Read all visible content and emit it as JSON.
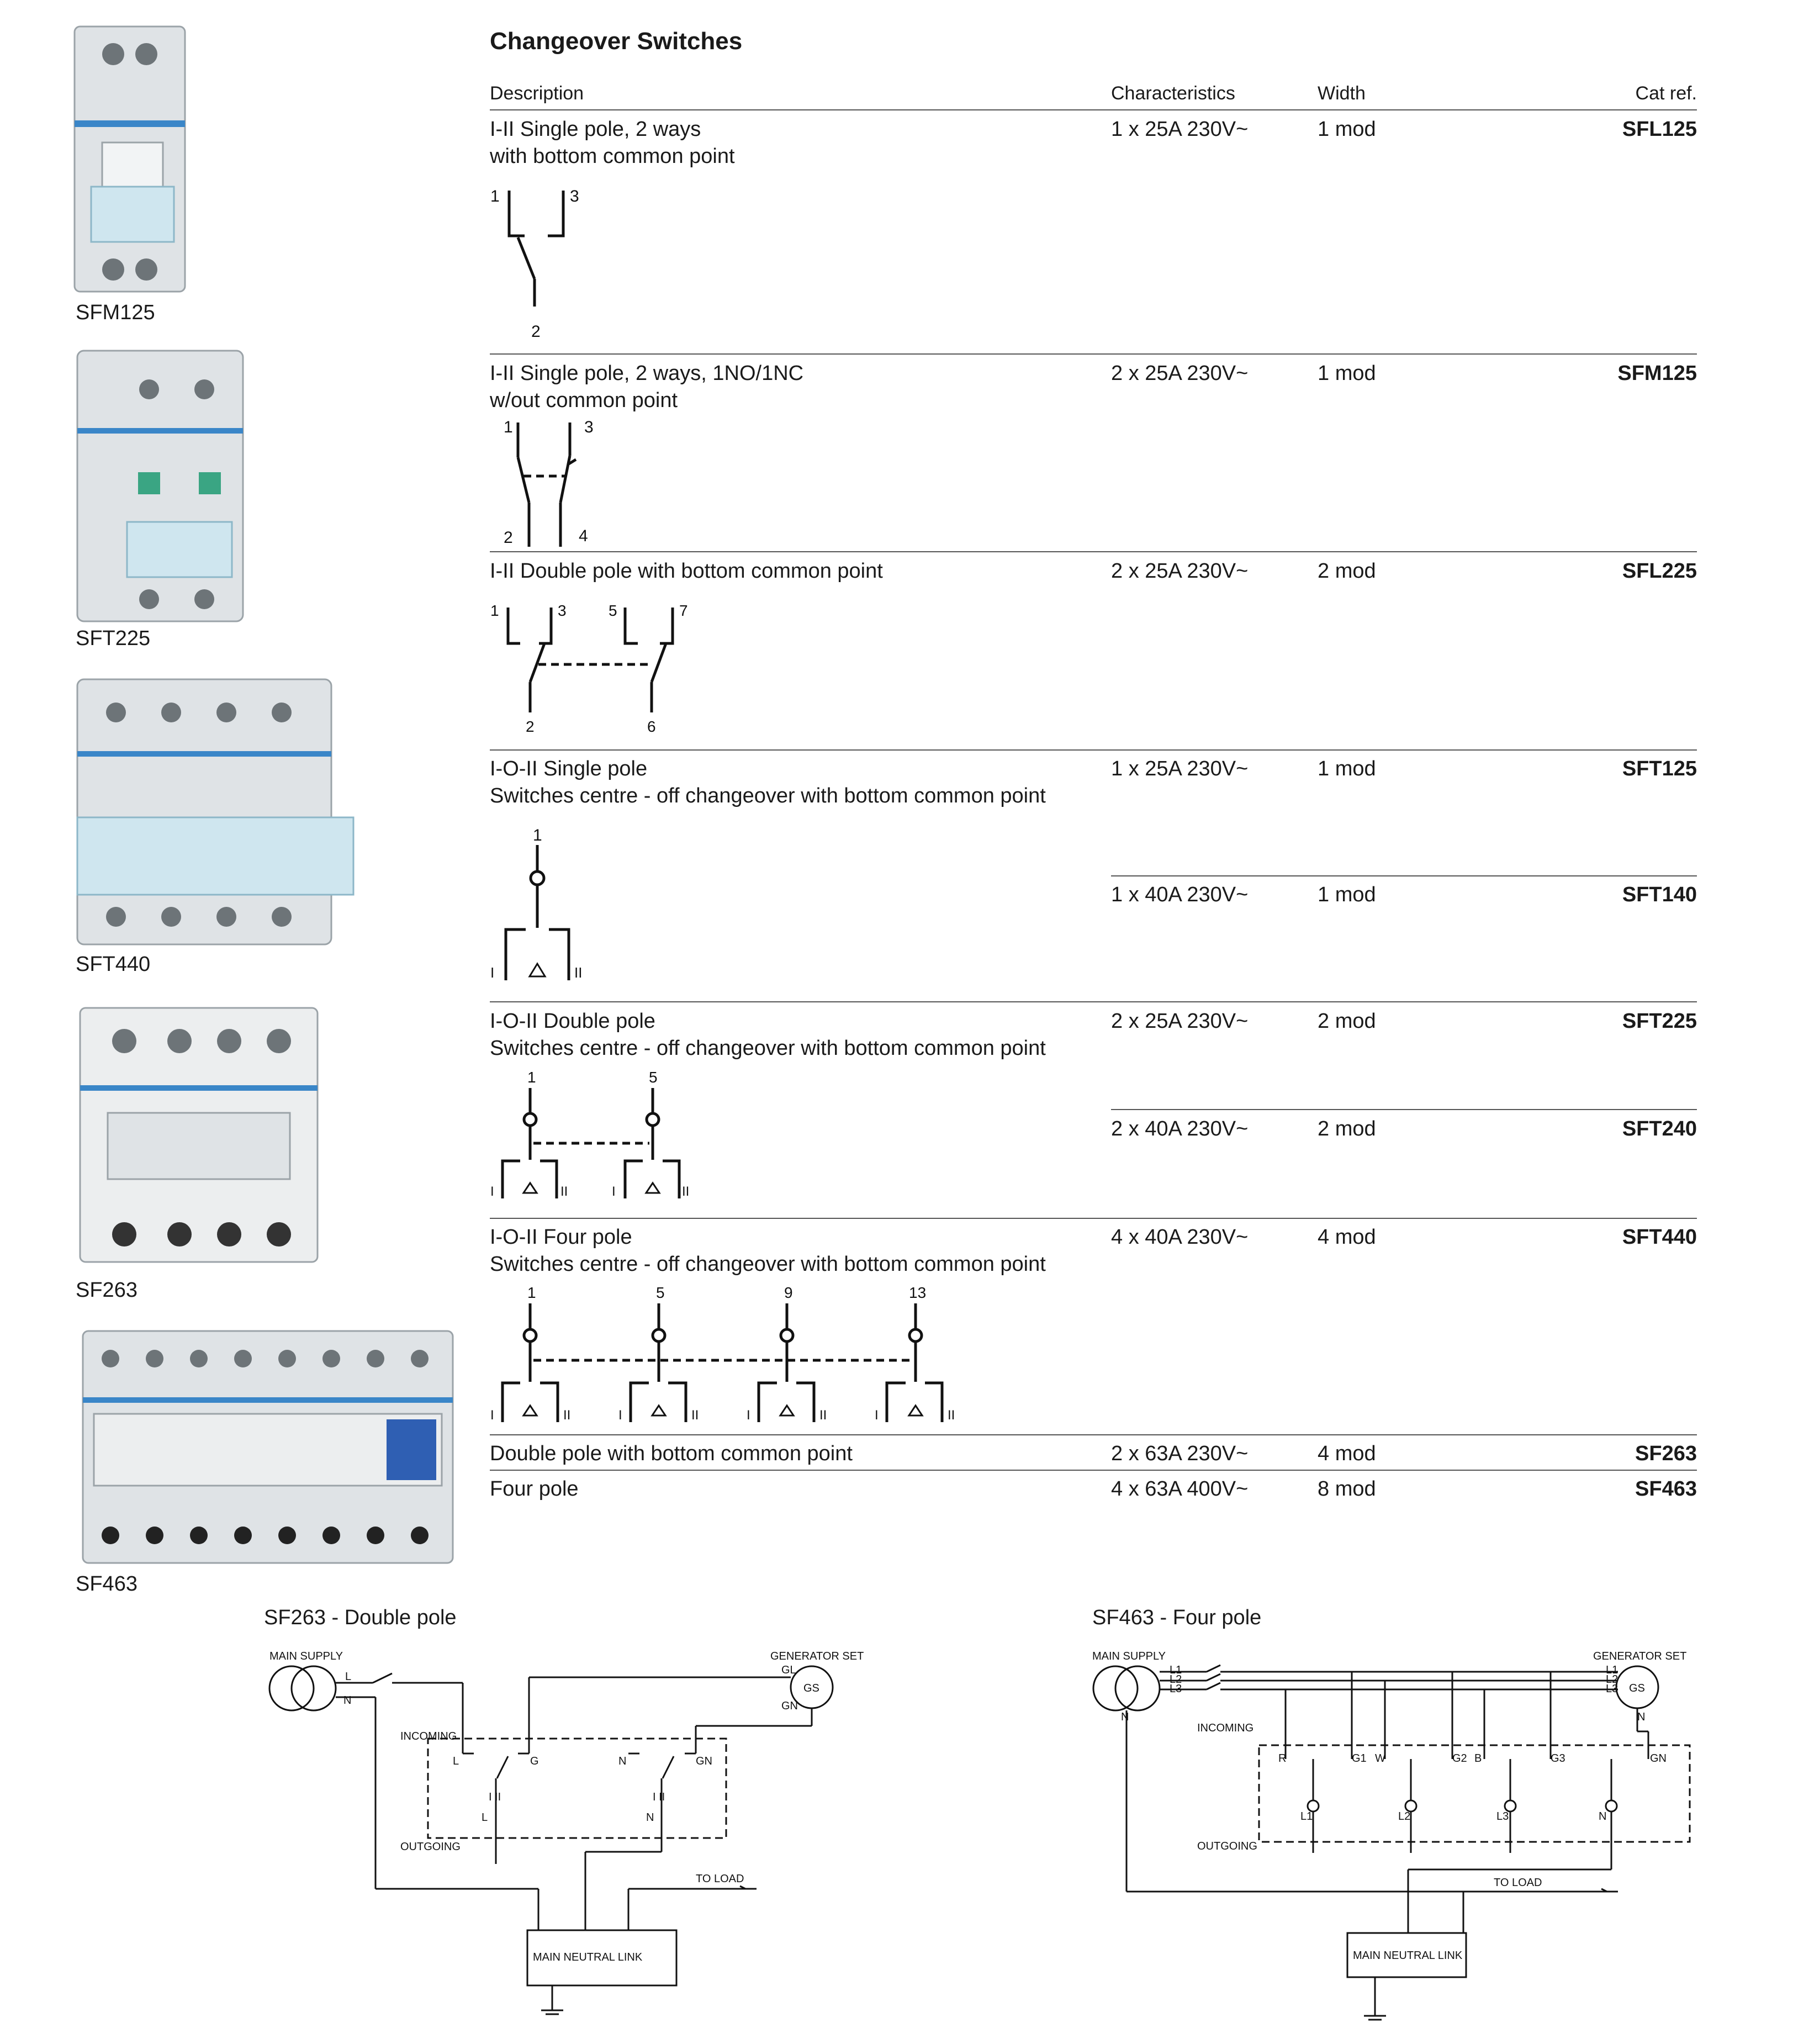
{
  "title": "Changeover Switches",
  "headers": {
    "description": "Description",
    "characteristics": "Characteristics",
    "width": "Width",
    "catref": "Cat ref."
  },
  "products": [
    "SFM125",
    "SFT225",
    "SFT440",
    "SF263",
    "SF463"
  ],
  "rows": [
    {
      "line1": "I-II Single pole, 2 ways",
      "line2": "with bottom common point",
      "char": "1 x 25A 230V~",
      "width": "1 mod",
      "ref": "SFL125"
    },
    {
      "line1": "I-II Single pole, 2 ways, 1NO/1NC",
      "line2": "w/out common point",
      "char": "2 x 25A 230V~",
      "width": "1 mod",
      "ref": "SFM125"
    },
    {
      "line1": "I-II Double pole with bottom common point",
      "char": "2 x 25A 230V~",
      "width": "2 mod",
      "ref": "SFL225"
    },
    {
      "line1": "I-O-II Single pole",
      "line2": "Switches centre - off changeover with bottom common point",
      "char": "1 x 25A 230V~",
      "width": "1 mod",
      "ref": "SFT125",
      "char_b": "1 x 40A 230V~",
      "width_b": "1 mod",
      "ref_b": "SFT140"
    },
    {
      "line1": "I-O-II Double pole",
      "line2": "Switches centre - off changeover with bottom common point",
      "char": "2 x 25A 230V~",
      "width": "2 mod",
      "ref": "SFT225",
      "char_b": "2 x 40A 230V~",
      "width_b": "2 mod",
      "ref_b": "SFT240"
    },
    {
      "line1": "I-O-II Four pole",
      "line2": "Switches centre - off changeover with bottom common point",
      "char": "4 x 40A 230V~",
      "width": "4 mod",
      "ref": "SFT440"
    },
    {
      "line1": "Double pole with bottom common point",
      "char": "2 x 63A 230V~",
      "width": "4 mod",
      "ref": "SF263"
    },
    {
      "line1": "Four pole",
      "char": "4 x 63A 400V~",
      "width": "8 mod",
      "ref": "SF463"
    }
  ],
  "sym": {
    "t1": "1",
    "t2": "2",
    "t3": "3",
    "t4": "4",
    "t5": "5",
    "t6": "6",
    "t7": "7",
    "t9": "9",
    "t13": "13",
    "pos_i": "I",
    "pos_ii": "II"
  },
  "wiring": {
    "left_title": "SF263 - Double pole",
    "right_title": "SF463 - Four pole",
    "main_supply": "MAIN  SUPPLY",
    "generator_set": "GENERATOR  SET",
    "gs": "GS",
    "incoming": "INCOMING",
    "outgoing": "OUTGOING",
    "to_load": "TO  LOAD",
    "neutral_link": "MAIN  NEUTRAL  LINK",
    "l": "L",
    "n": "N",
    "g": "G",
    "gl": "GL",
    "gn": "GN",
    "l1": "L1",
    "l2": "L2",
    "l3": "L3",
    "r": "R",
    "w": "W",
    "b": "B",
    "g1": "G1",
    "g2": "G2",
    "g3": "G3",
    "i_ii": "I  II"
  }
}
